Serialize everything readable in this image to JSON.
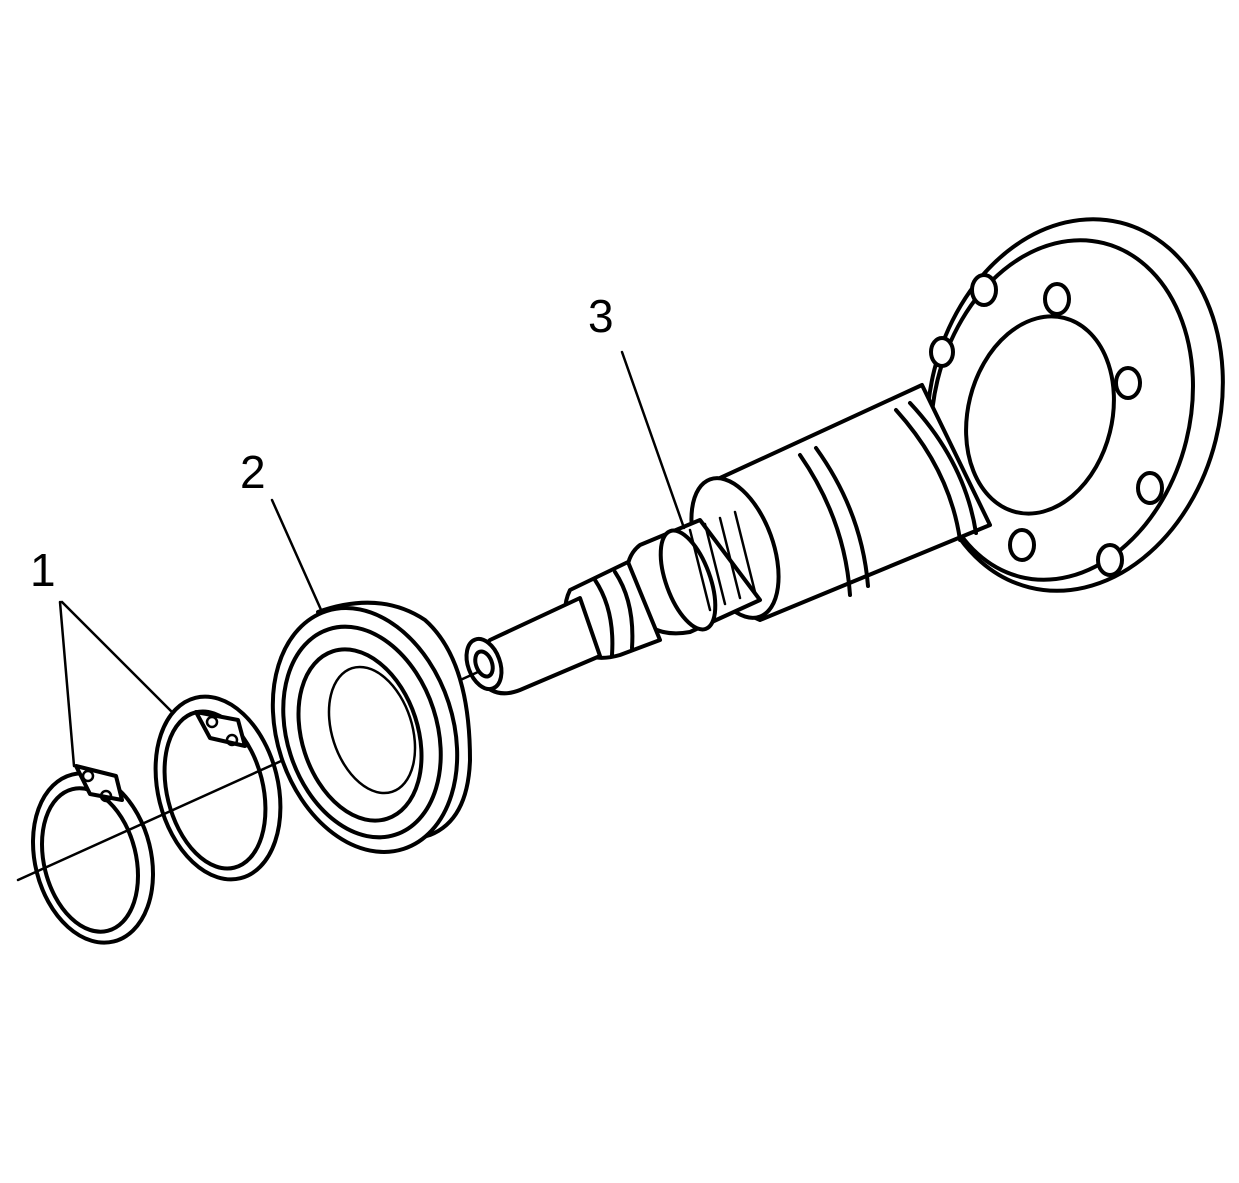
{
  "colors": {
    "background": "#ffffff",
    "line": "#000000"
  },
  "callouts": [
    {
      "id": "1",
      "label": "1"
    },
    {
      "id": "2",
      "label": "2"
    },
    {
      "id": "3",
      "label": "3"
    }
  ]
}
